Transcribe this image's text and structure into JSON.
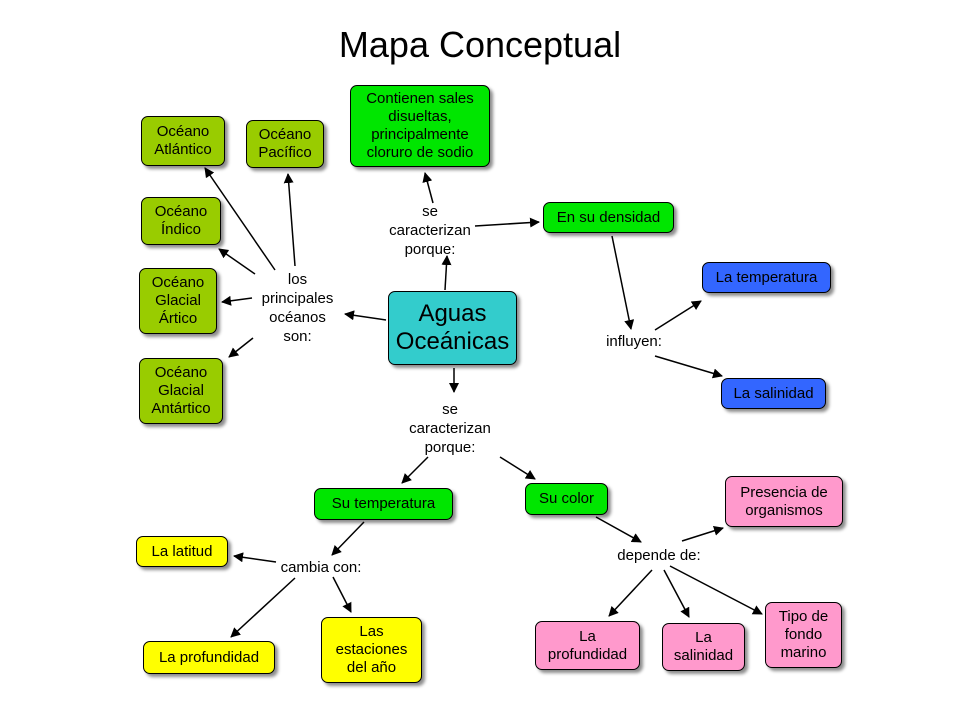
{
  "title": "Mapa Conceptual",
  "colors": {
    "oceans": "#99cc00",
    "characteristics": "#00e600",
    "density_factors": "#3366ff",
    "temperature_factors": "#ffff00",
    "color_factors": "#ff99cc",
    "central": "#33cccc"
  },
  "nodes": {
    "central": "Aguas\nOceánicas",
    "atlantico": "Océano\nAtlántico",
    "pacifico": "Océano\nPacífico",
    "indico": "Océano\nÍndico",
    "artico": "Océano\nGlacial\nÁrtico",
    "antartico": "Océano\nGlacial\nAntártico",
    "sales": "Contienen sales\ndisueltas,\nprincipalmente\ncloruro de sodio",
    "densidad": "En su densidad",
    "temperatura_d": "La temperatura",
    "salinidad_d": "La salinidad",
    "su_temperatura": "Su temperatura",
    "su_color": "Su color",
    "latitud": "La latitud",
    "profundidad_t": "La profundidad",
    "estaciones": "Las\nestaciones\ndel año",
    "organismos": "Presencia de\norganismos",
    "profundidad_c": "La\nprofundidad",
    "salinidad_c": "La\nsalinidad",
    "fondo": "Tipo de\nfondo\nmarino"
  },
  "links": {
    "principales": "los\nprincipales\nocéanos\nson:",
    "caracterizan_top": "se\ncaracterizan\nporque:",
    "caracterizan_bottom": "se\ncaracterizan\nporque:",
    "influyen": "influyen:",
    "cambia": "cambia con:",
    "depende": "depende de:"
  }
}
